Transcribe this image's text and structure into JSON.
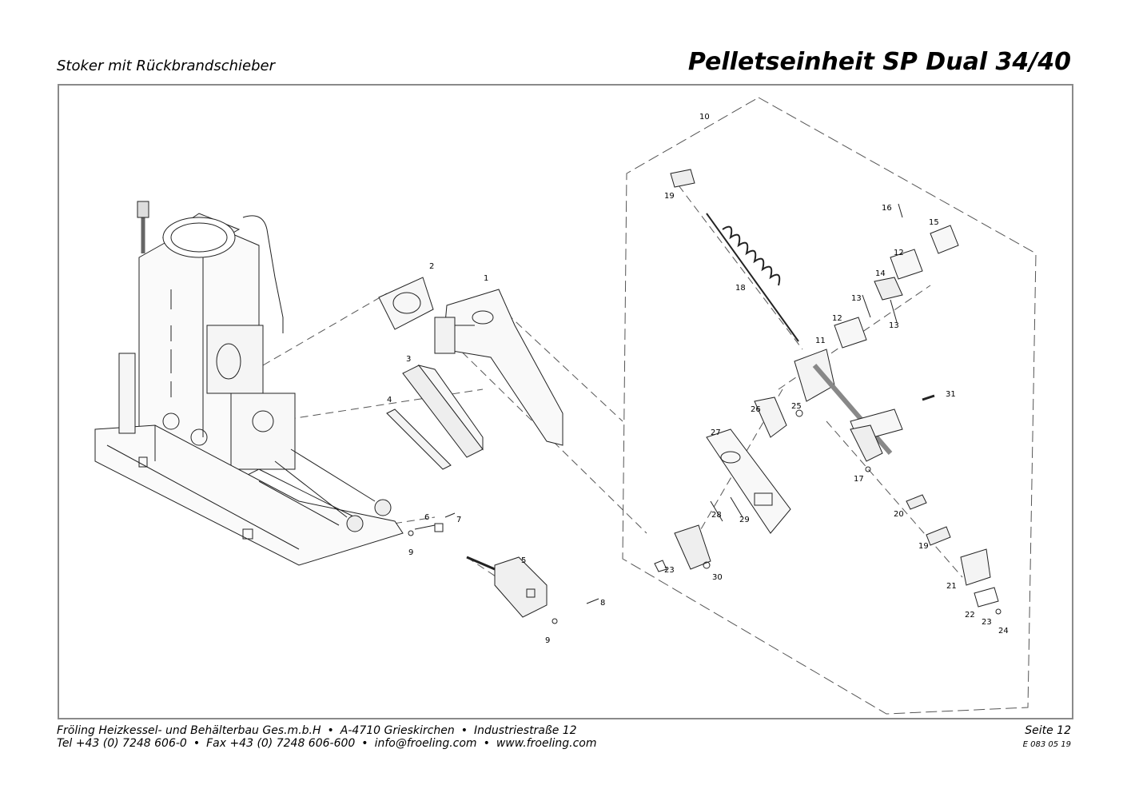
{
  "header": {
    "subtitle": "Stoker mit Rückbrandschieber",
    "title": "Pelletseinheit SP Dual 34/40"
  },
  "diagram": {
    "callouts": [
      {
        "label": "1"
      },
      {
        "label": "2"
      },
      {
        "label": "3"
      },
      {
        "label": "4"
      },
      {
        "label": "5"
      },
      {
        "label": "6"
      },
      {
        "label": "7"
      },
      {
        "label": "8"
      },
      {
        "label": "9"
      },
      {
        "label": "9"
      },
      {
        "label": "10"
      },
      {
        "label": "11"
      },
      {
        "label": "12"
      },
      {
        "label": "12"
      },
      {
        "label": "13"
      },
      {
        "label": "13"
      },
      {
        "label": "14"
      },
      {
        "label": "15"
      },
      {
        "label": "16"
      },
      {
        "label": "17"
      },
      {
        "label": "18"
      },
      {
        "label": "19"
      },
      {
        "label": "19"
      },
      {
        "label": "20"
      },
      {
        "label": "21"
      },
      {
        "label": "22"
      },
      {
        "label": "23"
      },
      {
        "label": "23"
      },
      {
        "label": "24"
      },
      {
        "label": "25"
      },
      {
        "label": "26"
      },
      {
        "label": "27"
      },
      {
        "label": "28"
      },
      {
        "label": "29"
      },
      {
        "label": "30"
      },
      {
        "label": "31"
      }
    ]
  },
  "footer": {
    "company": "Fröling Heizkessel- und Behälterbau Ges.m.b.H",
    "address_city": "A-4710 Grieskirchen",
    "address_street": "Industriestraße 12",
    "phone": "Tel +43 (0) 7248 606-0",
    "fax": "Fax +43 (0) 7248 606-600",
    "email": "info@froeling.com",
    "web": "www.froeling.com",
    "page": "Seite 12",
    "doc_code": "E 083 05 19"
  }
}
